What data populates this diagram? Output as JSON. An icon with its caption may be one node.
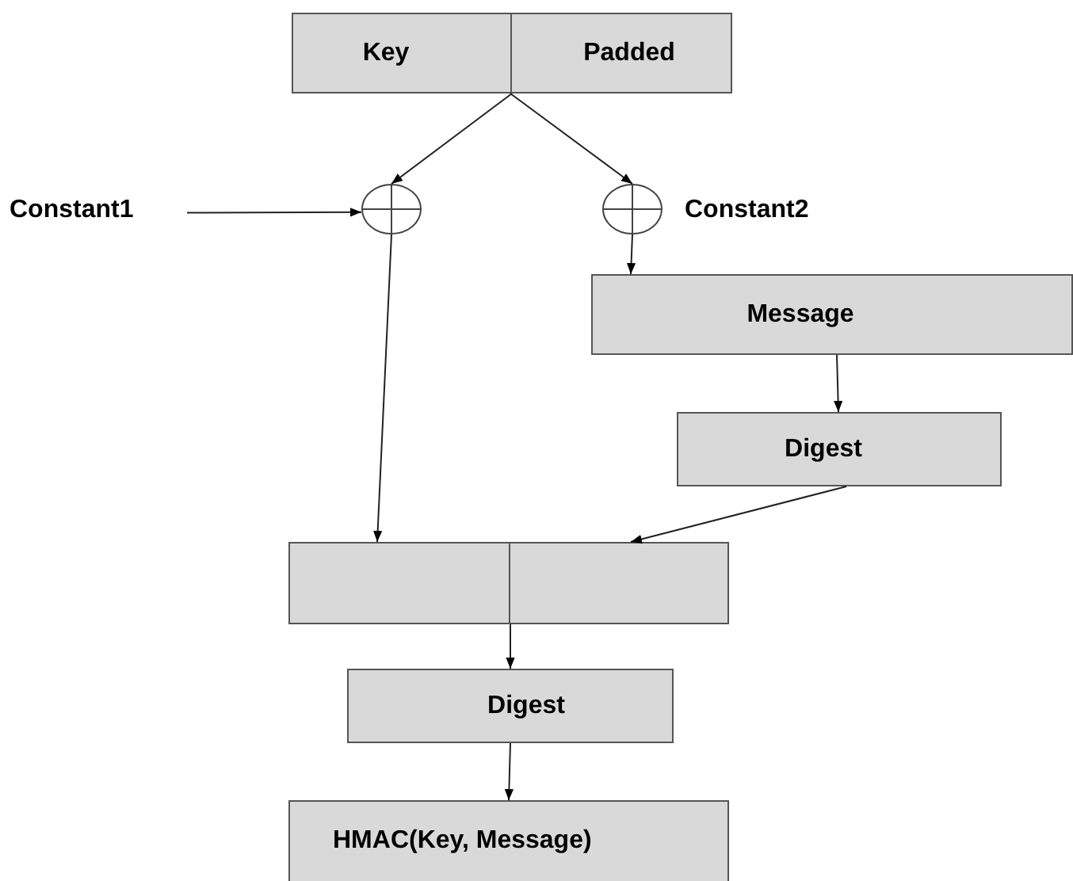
{
  "diagram": {
    "nodes": [
      {
        "text": [
          "Key"
        ]
      },
      {
        "text": [
          "Padded"
        ]
      },
      {
        "text": [
          "Constant1"
        ]
      },
      {
        "text": [],
        "shape": "circle"
      },
      {
        "text": [],
        "shape": "circle",
        "beside": [
          "Constant2"
        ]
      },
      {
        "text": [
          "Message"
        ]
      },
      {
        "text": [
          "Digest"
        ]
      },
      {
        "text": [],
        "shape": "box"
      },
      {
        "text": [],
        "shape": "box"
      },
      {
        "text": [
          "Digest"
        ]
      },
      {
        "text": [
          "HMAC(Key, Message)"
        ]
      }
    ],
    "edges": [
      {
        "from": 0,
        "to": 3,
        "arrow": "to"
      },
      {
        "from": 1,
        "to": 4,
        "arrow": "to"
      },
      {
        "from": 2,
        "to": 3,
        "arrow": "to"
      },
      {
        "from": 4,
        "to": 5,
        "arrow": "to"
      },
      {
        "from": 3,
        "to": 7,
        "arrow": "to"
      },
      {
        "from": 5,
        "to": 6,
        "arrow": "to"
      },
      {
        "from": 6,
        "to": 8,
        "arrow": "to"
      },
      {
        "from": 7,
        "to": 9,
        "arrow": "to"
      },
      {
        "from": 9,
        "to": 10,
        "arrow": "to"
      }
    ]
  }
}
